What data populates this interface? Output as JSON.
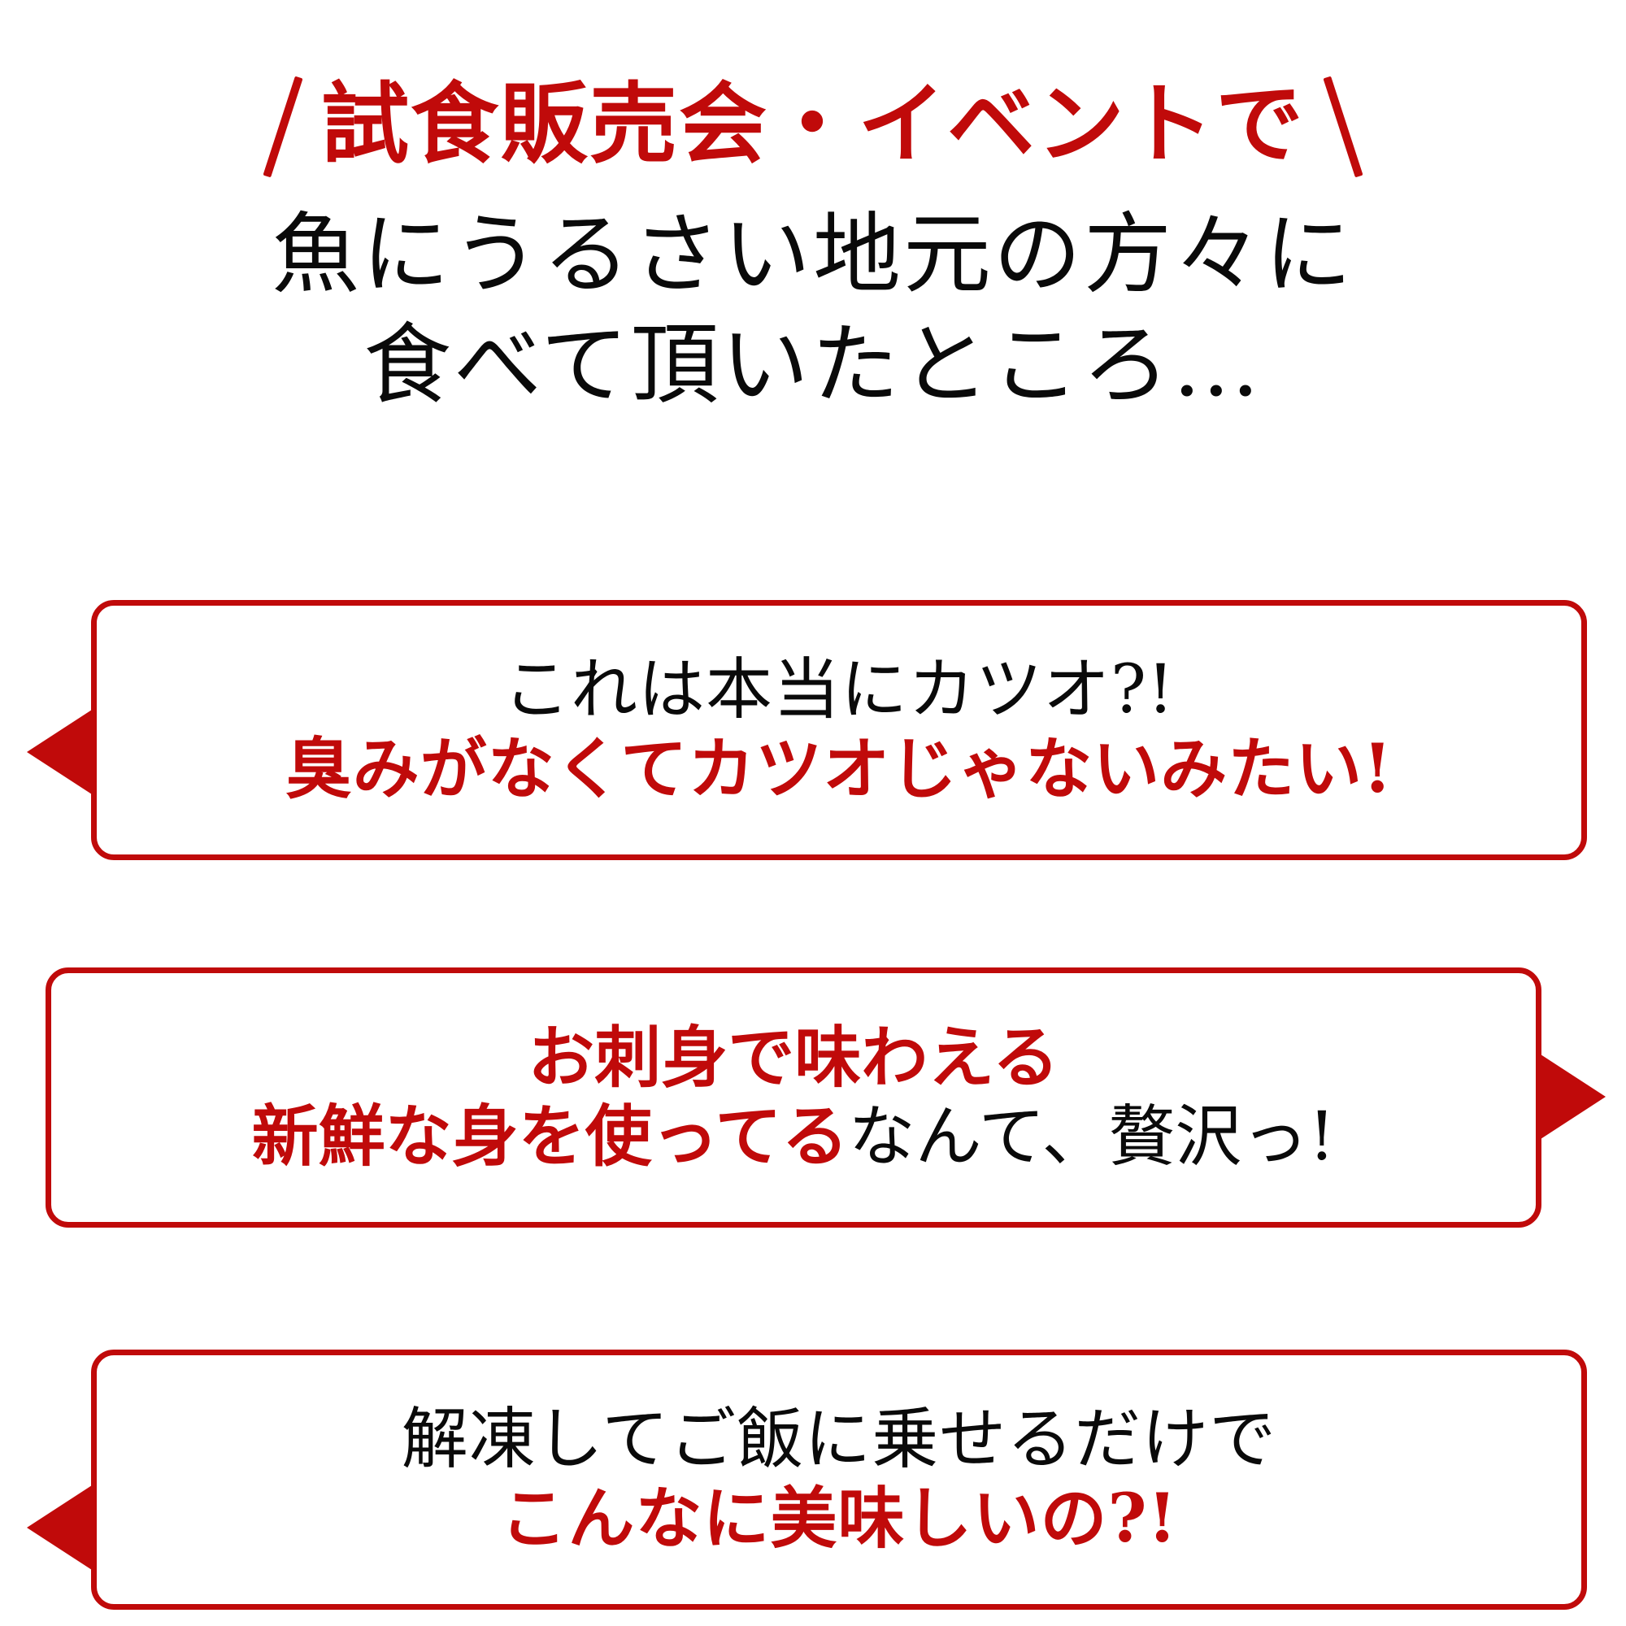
{
  "header": {
    "eyebrow": "試食販売会・イベントで",
    "line2": "魚にうるさい地元の方々に",
    "line3": "食べて頂いたところ…"
  },
  "colors": {
    "red": "#c00a0a",
    "black": "#0a0a0a",
    "background": "#ffffff"
  },
  "bubbles": [
    {
      "tail": "left",
      "line1_black": "これは本当にカツオ?!",
      "line2_red": "臭みがなくてカツオじゃないみたい!"
    },
    {
      "tail": "right",
      "line1_red": "お刺身で味わえる",
      "line2_red": "新鮮な身を使ってる",
      "line2_black": "なんて、贅沢っ!"
    },
    {
      "tail": "left",
      "line1_black": "解凍してご飯に乗せるだけで",
      "line2_red": "こんなに美味しいの?!"
    }
  ]
}
